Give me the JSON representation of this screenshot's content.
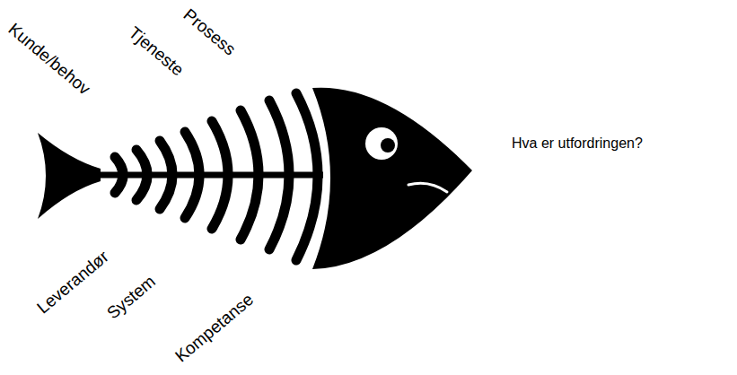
{
  "diagram": {
    "labels": [
      "Kunde/behov",
      "Tjeneste",
      "Prosess",
      "Leverandør",
      "System",
      "Kompetanse",
      "Hva er utfordringen?"
    ]
  }
}
